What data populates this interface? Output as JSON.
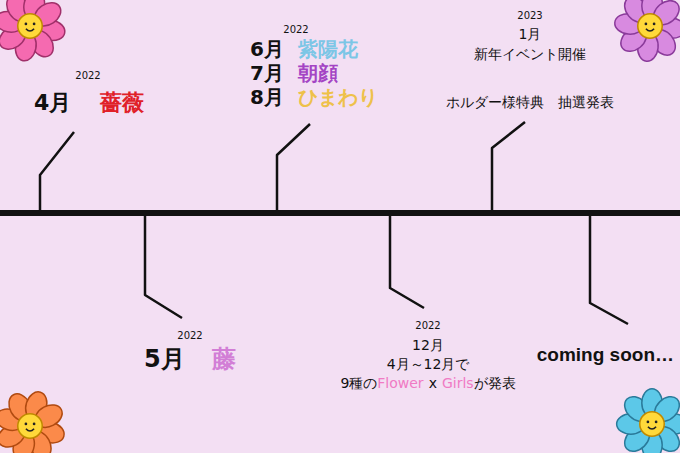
{
  "diagram": {
    "labels": [
      "2022",
      "4月",
      "薔薇",
      "2022",
      "6月",
      "紫陽花",
      "7月",
      "朝顔",
      "8月",
      "ひまわり",
      "2023",
      "1月",
      "新年イベント開催",
      "ホルダー様特典　抽選発表",
      "2022",
      "5月",
      "藤",
      "2022",
      "12月",
      "4月～12月で",
      "9種の",
      "Flower",
      "x",
      "Girls",
      "が発表",
      "coming soon…"
    ]
  }
}
